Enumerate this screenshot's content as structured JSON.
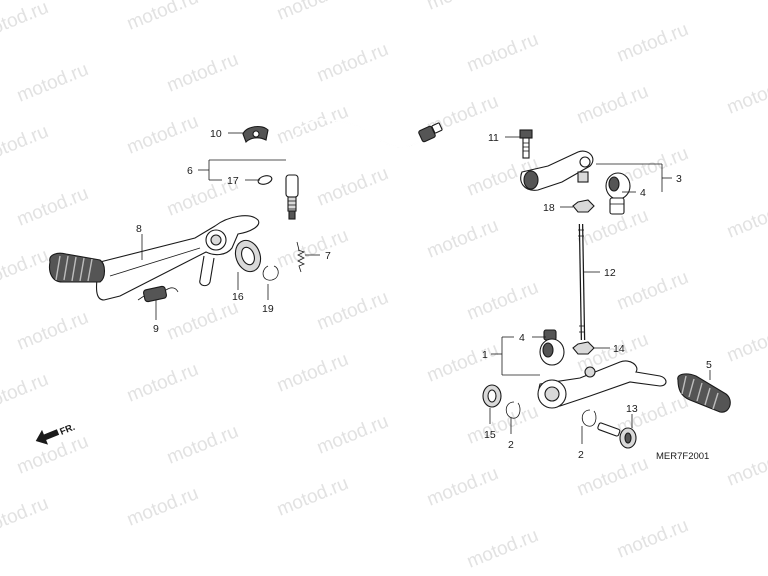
{
  "watermark": "motod.ru",
  "diagram_code": "MER7F2001",
  "front_arrow_label": "FR.",
  "callouts": {
    "c1": "1",
    "c2a": "2",
    "c2b": "2",
    "c3": "3",
    "c4a": "4",
    "c4b": "4",
    "c5": "5",
    "c6": "6",
    "c7": "7",
    "c8": "8",
    "c9": "9",
    "c10": "10",
    "c11": "11",
    "c12": "12",
    "c13": "13",
    "c14": "14",
    "c15": "15",
    "c16": "16",
    "c17": "17",
    "c18": "18",
    "c19": "19"
  }
}
